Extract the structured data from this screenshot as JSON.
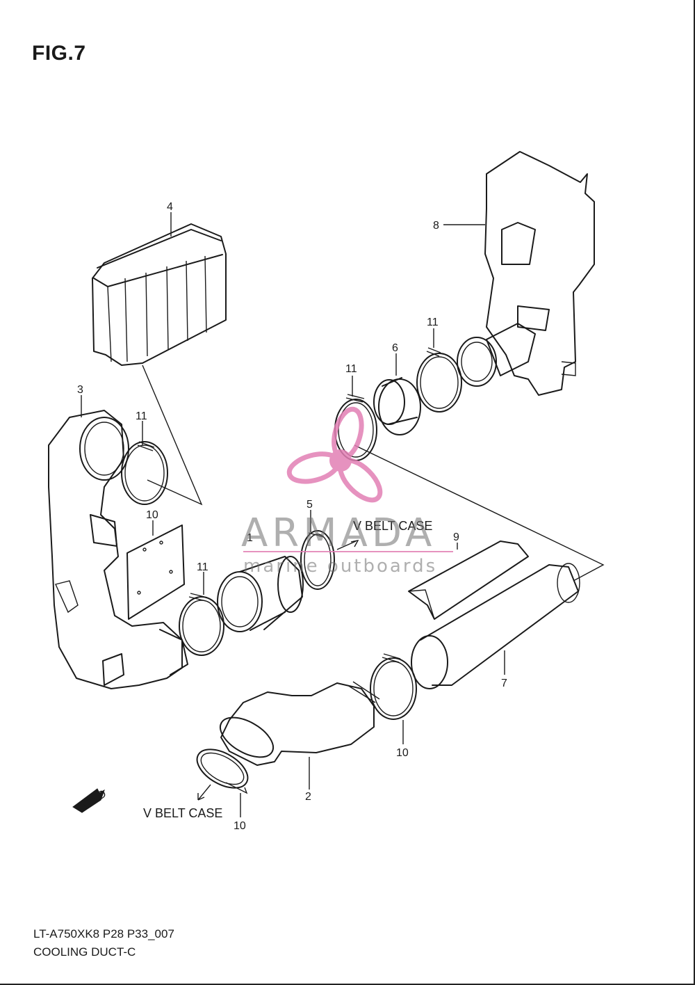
{
  "figure_title": "FIG.7",
  "callouts": [
    {
      "id": "c-4",
      "number": "4"
    },
    {
      "id": "c-8",
      "number": "8"
    },
    {
      "id": "c-11a",
      "number": "11"
    },
    {
      "id": "c-6",
      "number": "6"
    },
    {
      "id": "c-11b",
      "number": "11"
    },
    {
      "id": "c-3",
      "number": "3"
    },
    {
      "id": "c-11c",
      "number": "11"
    },
    {
      "id": "c-10a",
      "number": "10"
    },
    {
      "id": "c-5",
      "number": "5"
    },
    {
      "id": "c-9",
      "number": "9"
    },
    {
      "id": "c-11d",
      "number": "11"
    },
    {
      "id": "c-1",
      "number": "1"
    },
    {
      "id": "c-7",
      "number": "7"
    },
    {
      "id": "c-10b",
      "number": "10"
    },
    {
      "id": "c-2",
      "number": "2"
    },
    {
      "id": "c-10c",
      "number": "10"
    }
  ],
  "direction_labels": {
    "upper": "V BELT CASE",
    "lower": "V BELT CASE",
    "fwd": "FWD"
  },
  "watermark": {
    "name": "ARMADA",
    "tagline": "marine outboards",
    "accent_color": "#e27fb4"
  },
  "footer": {
    "code": "LT-A750XK8 P28 P33_007",
    "title": "COOLING DUCT-C"
  }
}
